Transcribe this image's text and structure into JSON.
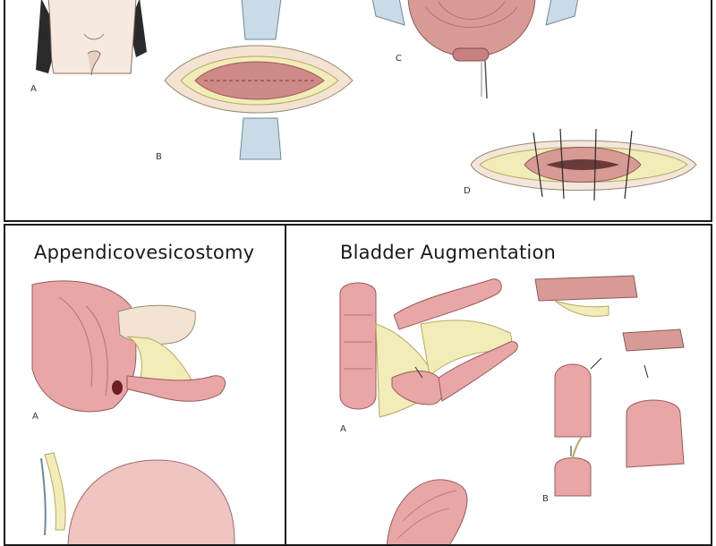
{
  "panels": {
    "top": {
      "labels": {
        "a": "A",
        "b": "B",
        "c": "C",
        "d": "D"
      }
    },
    "left": {
      "title": "Appendicovesicostomy",
      "labels": {
        "a": "A"
      }
    },
    "right": {
      "title": "Bladder Augmentation",
      "labels": {
        "a": "A",
        "b": "B"
      }
    }
  },
  "colors": {
    "tissue": "#e8a6a6",
    "tissue_dark": "#c98080",
    "mesentery": "#f2ecb8",
    "retractor": "#c9dbe6",
    "skin": "#f3e6dc",
    "border": "#1a1a1a"
  }
}
